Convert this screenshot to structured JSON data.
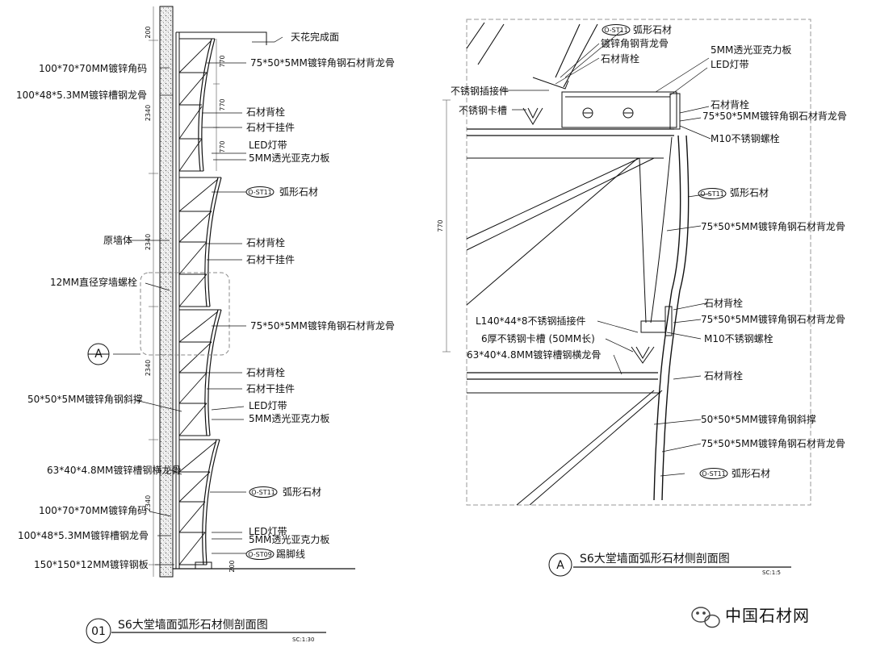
{
  "left": {
    "labels": {
      "tianhua": "天花完成面",
      "jiaoma_top": "100*70*70MM镀锌角码",
      "caogang_top": "100*48*5.3MM镀锌槽钢龙骨",
      "longgu_top": "75*50*5MM镀锌角钢石材背龙骨",
      "beishuan_1": "石材背栓",
      "gangua_1": "石材干挂件",
      "led_1": "LED灯带",
      "yakeli_1": "5MM透光亚克力板",
      "hxsc_1": "弧形石材",
      "yuanqiang": "原墙体",
      "beishuan_2": "石材背栓",
      "gangua_2": "石材干挂件",
      "luoshuan": "12MM直径穿墙螺栓",
      "longgu_mid": "75*50*5MM镀锌角钢石材背龙骨",
      "beishuan_3": "石材背栓",
      "gangua_3": "石材干挂件",
      "xiecheng": "50*50*5MM镀锌角钢斜撑",
      "led_2": "LED灯带",
      "yakeli_2": "5MM透光亚克力板",
      "henglonggu": "63*40*4.8MM镀锌槽钢横龙骨",
      "hxsc_2": "弧形石材",
      "jiaoma_bot": "100*70*70MM镀锌角码",
      "caogang_bot": "100*48*5.3MM镀锌槽钢龙骨",
      "led_3": "LED灯带",
      "yakeli_3": "5MM透光亚克力板",
      "tijiaoxian": "踢脚线",
      "gangban": "150*150*12MM镀锌钢板"
    },
    "tags": {
      "st11_1": "O-ST11",
      "st11_2": "O-ST11",
      "st09": "O-ST09"
    },
    "dims": {
      "d200_top": "200",
      "d2340_1": "2340",
      "d2340_2": "2340",
      "d2340_3": "2340",
      "d2340_4": "2340",
      "d770_1": "770",
      "d770_2": "770",
      "d770_3": "770",
      "d200_bot": "200"
    },
    "section_marker": "A",
    "title_number": "01",
    "title": "S6大堂墙面弧形石材侧剖面图",
    "scale": "SC:1:30"
  },
  "right": {
    "labels": {
      "hxsc_top": "弧形石材",
      "beilonggu_top": "镀锌角钢背龙骨",
      "beishuan_top": "石材背栓",
      "chajiejian": "不锈钢插接件",
      "kacao": "不锈钢卡槽",
      "yakeli": "5MM透光亚克力板",
      "led": "LED灯带",
      "beishuan_1": "石材背栓",
      "longgu_1": "75*50*5MM镀锌角钢石材背龙骨",
      "m10_1": "M10不锈钢螺栓",
      "hxsc_mid": "弧形石材",
      "longgu_2": "75*50*5MM镀锌角钢石材背龙骨",
      "beishuan_2": "石材背栓",
      "longgu_3": "75*50*5MM镀锌角钢石材背龙骨",
      "m10_2": "M10不锈钢螺栓",
      "l140": "L140*44*8不锈钢插接件",
      "kacao6": "6厚不锈钢卡槽 (50MM长)",
      "henglonggu": "63*40*4.8MM镀锌槽钢横龙骨",
      "beishuan_3": "石材背栓",
      "xiecheng": "50*50*5MM镀锌角钢斜撑",
      "longgu_4": "75*50*5MM镀锌角钢石材背龙骨",
      "hxsc_bot": "弧形石材"
    },
    "tags": {
      "st11_top": "O-ST11",
      "st11_mid": "O-ST11",
      "st11_bot": "O-ST11"
    },
    "dims": {
      "d770": "770"
    },
    "title_marker": "A",
    "title": "S6大堂墙面弧形石材侧剖面图",
    "scale": "SC:1:5"
  },
  "watermark": "中国石材网",
  "colors": {
    "line": "#111111",
    "dim": "#555555",
    "hatch": "#444444",
    "frame": "#999999"
  }
}
